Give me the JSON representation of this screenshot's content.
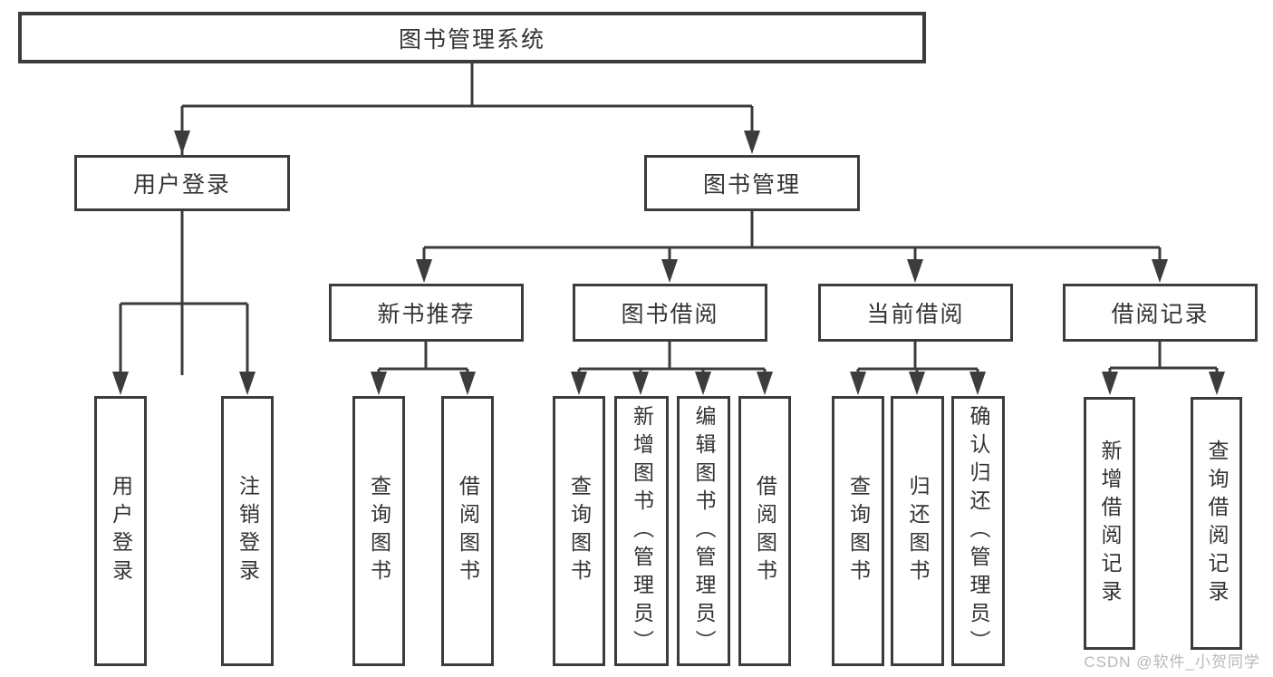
{
  "colors": {
    "line": "#3c3c3c",
    "box_border": "#3c3c3c",
    "text": "#333333",
    "background": "#ffffff",
    "watermark_text": "#b9b9b9"
  },
  "watermark": {
    "text": "CSDN @软件_小贺同学"
  },
  "tree": {
    "label": "图书管理系统",
    "children": [
      {
        "label": "用户登录",
        "children": [
          {
            "label": "用户登录"
          },
          {
            "label": "注销登录"
          }
        ]
      },
      {
        "label": "图书管理",
        "children": [
          {
            "label": "新书推荐",
            "children": [
              {
                "label": "查询图书"
              },
              {
                "label": "借阅图书"
              }
            ]
          },
          {
            "label": "图书借阅",
            "children": [
              {
                "label": "查询图书"
              },
              {
                "label": "新增图书（管理员）"
              },
              {
                "label": "编辑图书（管理员）"
              },
              {
                "label": "借阅图书"
              }
            ]
          },
          {
            "label": "当前借阅",
            "children": [
              {
                "label": "查询图书"
              },
              {
                "label": "归还图书"
              },
              {
                "label": "确认归还（管理员）"
              }
            ]
          },
          {
            "label": "借阅记录",
            "children": [
              {
                "label": "新增借阅记录"
              },
              {
                "label": "查询借阅记录"
              }
            ]
          }
        ]
      }
    ]
  }
}
